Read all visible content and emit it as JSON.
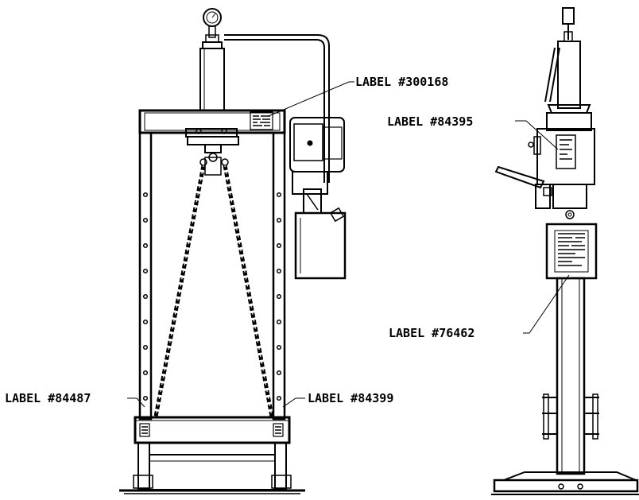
{
  "labels": {
    "front_top": "LABEL #300168",
    "front_left": "LABEL #84487",
    "front_right": "LABEL #84399",
    "side_top": "LABEL #84395",
    "side_mid": "LABEL #76462"
  }
}
